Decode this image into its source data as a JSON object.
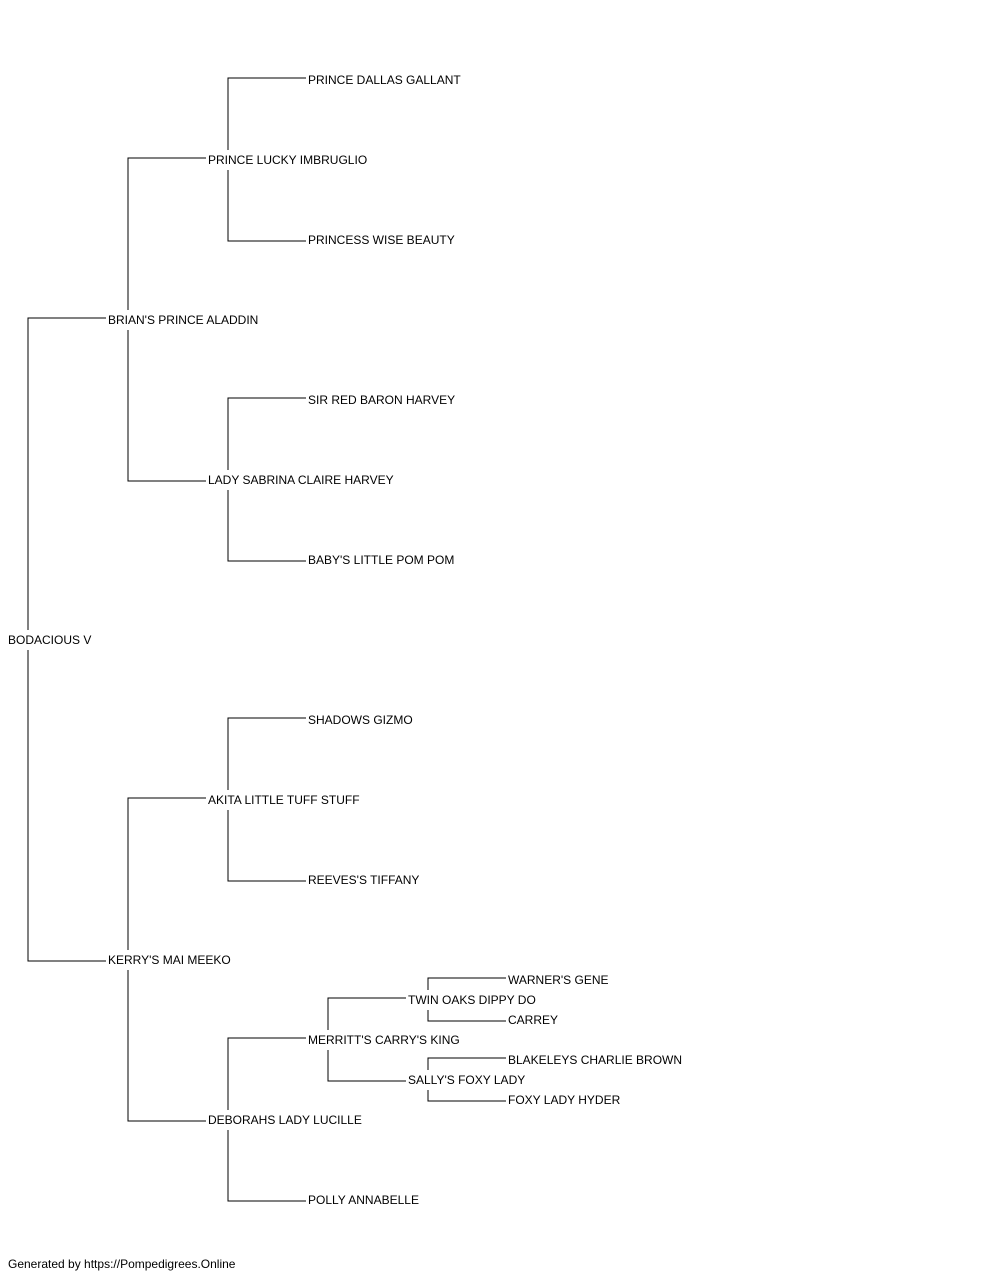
{
  "pedigree": {
    "name": "BODACIOUS V",
    "sire": {
      "name": "BRIAN'S PRINCE ALADDIN",
      "sire": {
        "name": "PRINCE LUCKY IMBRUGLIO",
        "sire": {
          "name": "PRINCE DALLAS GALLANT"
        },
        "dam": {
          "name": "PRINCESS WISE BEAUTY"
        }
      },
      "dam": {
        "name": "LADY SABRINA CLAIRE HARVEY",
        "sire": {
          "name": "SIR RED BARON HARVEY"
        },
        "dam": {
          "name": "BABY'S LITTLE POM POM"
        }
      }
    },
    "dam": {
      "name": "KERRY'S MAI MEEKO",
      "sire": {
        "name": "AKITA LITTLE TUFF STUFF",
        "sire": {
          "name": "SHADOWS GIZMO"
        },
        "dam": {
          "name": "REEVES'S TIFFANY"
        }
      },
      "dam": {
        "name": "DEBORAHS LADY LUCILLE",
        "sire": {
          "name": "MERRITT'S CARRY'S KING",
          "sire": {
            "name": "TWIN OAKS DIPPY DO",
            "sire": {
              "name": "WARNER'S GENE"
            },
            "dam": {
              "name": "CARREY"
            }
          },
          "dam": {
            "name": "SALLY'S FOXY LADY",
            "sire": {
              "name": "BLAKELEYS CHARLIE BROWN"
            },
            "dam": {
              "name": "FOXY LADY HYDER"
            }
          }
        },
        "dam": {
          "name": "POLLY ANNABELLE"
        }
      }
    }
  },
  "footer": "Generated by https://Pompedigrees.Online"
}
